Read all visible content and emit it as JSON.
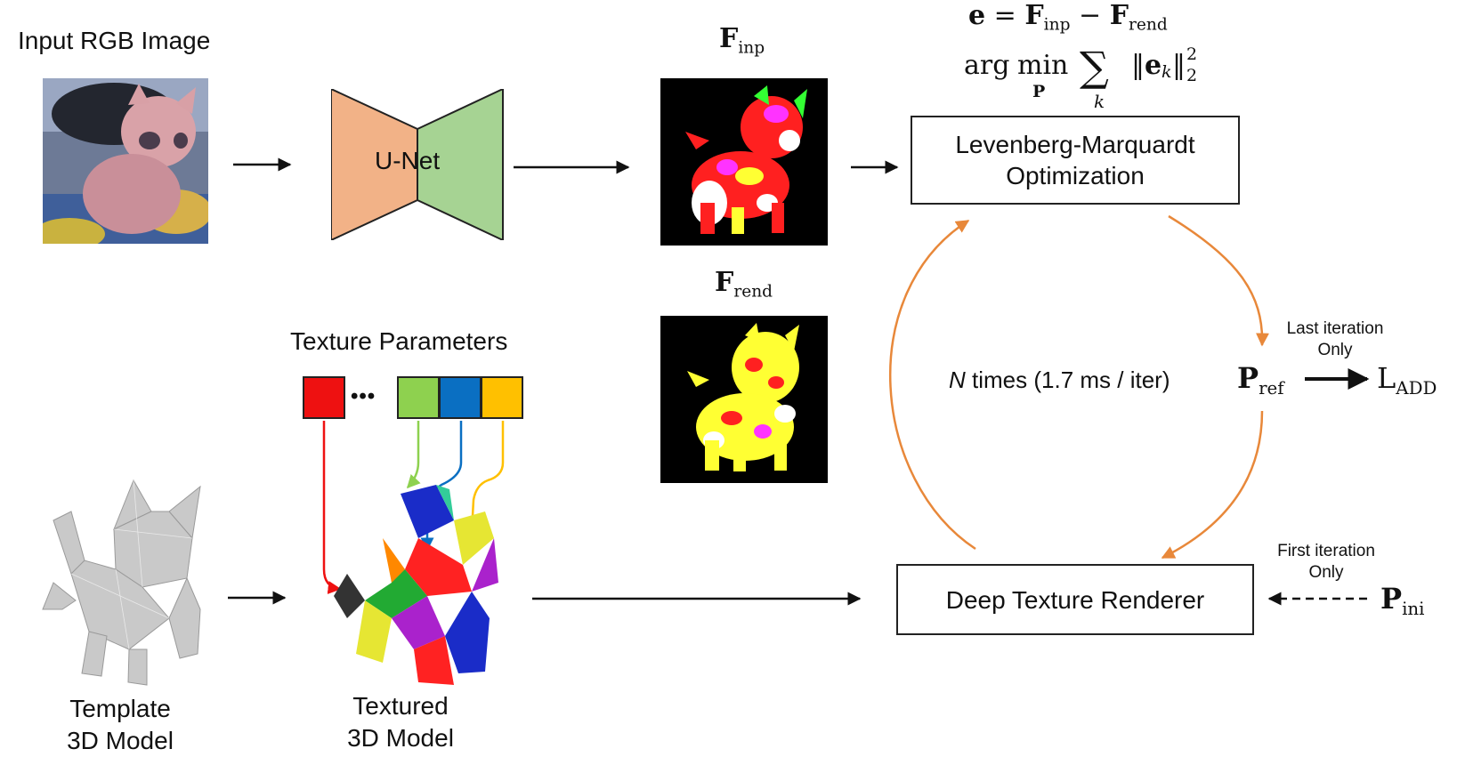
{
  "input": {
    "label": "Input RGB Image"
  },
  "unet": {
    "label": "U-Net"
  },
  "features": {
    "inp": {
      "symbol": "F",
      "subscript": "inp"
    },
    "rend": {
      "symbol": "F",
      "subscript": "rend"
    }
  },
  "equation": {
    "line1": {
      "lhs": "e",
      "eq": "=",
      "f1": "F",
      "f1_sub": "inp",
      "minus": "−",
      "f2": "F",
      "f2_sub": "rend"
    },
    "line2": {
      "arg": "arg",
      "min": "min",
      "min_sub": "P",
      "sum": "∑",
      "sum_sub": "k",
      "norm_open": "‖",
      "e": "e",
      "e_sub": "k",
      "norm_close": "‖",
      "sup": "2",
      "sub": "2"
    }
  },
  "lm_box": {
    "line1": "Levenberg-Marquardt",
    "line2": "Optimization"
  },
  "renderer_box": {
    "label": "Deep Texture Renderer"
  },
  "loop": {
    "n": "N",
    "text": "times (1.7 ms / iter)"
  },
  "p_ref": {
    "symbol": "P",
    "subscript": "ref",
    "note_line1": "Last iteration",
    "note_line2": "Only"
  },
  "loss": {
    "symbol": "L",
    "subscript": "ADD"
  },
  "p_ini": {
    "symbol": "P",
    "subscript": "ini",
    "note_line1": "First iteration",
    "note_line2": "Only"
  },
  "texture": {
    "label": "Texture Parameters",
    "ellipsis": "•••"
  },
  "template": {
    "line1": "Template",
    "line2": "3D Model"
  },
  "textured": {
    "line1": "Textured",
    "line2": "3D Model"
  },
  "colors": {
    "unet_left": "#f2b287",
    "unet_right": "#a6d393",
    "orange_arrow": "#e8883a",
    "tex_red": "#ee1111",
    "tex_green": "#8ed14f",
    "tex_blue": "#0a6fc2",
    "tex_yellow": "#ffc000"
  }
}
